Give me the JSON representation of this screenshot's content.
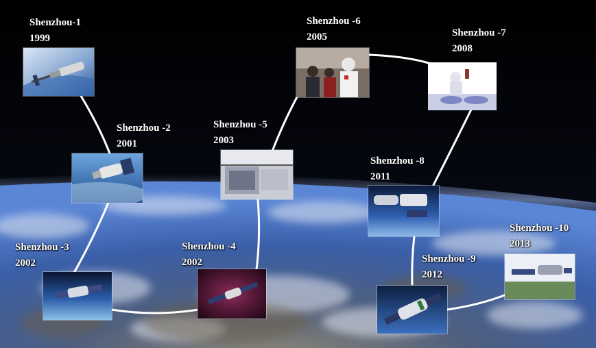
{
  "missions": [
    {
      "name": "Shenzhou-1",
      "year": "1999"
    },
    {
      "name": "Shenzhou -2",
      "year": "2001"
    },
    {
      "name": "Shenzhou -3",
      "year": "2002"
    },
    {
      "name": "Shenzhou -4",
      "year": "2002"
    },
    {
      "name": "Shenzhou -5",
      "year": "2003"
    },
    {
      "name": "Shenzhou -6",
      "year": "2005"
    },
    {
      "name": "Shenzhou -7",
      "year": "2008"
    },
    {
      "name": "Shenzhou -8",
      "year": "2011"
    },
    {
      "name": "Shenzhou -9",
      "year": "2012"
    },
    {
      "name": "Shenzhou -10",
      "year": "2013"
    }
  ],
  "colors": {
    "space": "#03050c",
    "earth_blue": "#3c67b8",
    "atmosphere": "#8fb2ff",
    "connector": "#ffffff",
    "label_text": "#ffffff"
  }
}
